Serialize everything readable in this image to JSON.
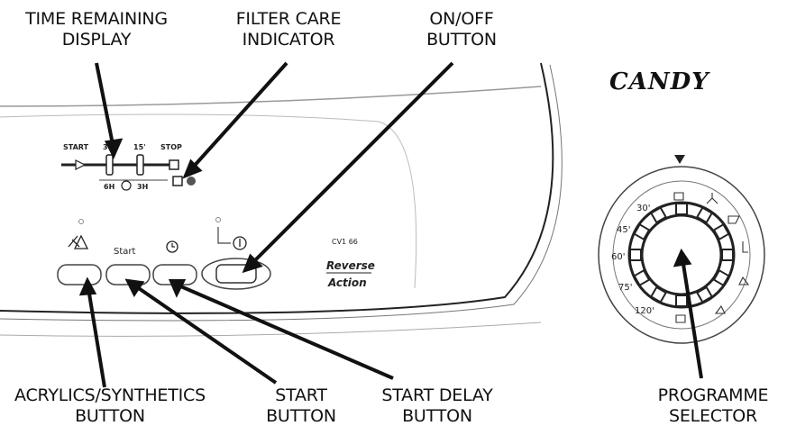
{
  "labels": {
    "time_remaining": [
      "TIME REMAINING",
      "DISPLAY"
    ],
    "filter_care": [
      "FILTER CARE",
      "INDICATOR"
    ],
    "on_off": [
      "ON/OFF",
      "BUTTON"
    ],
    "acrylics": [
      "ACRYLICS/SYNTHETICS",
      "BUTTON"
    ],
    "start": [
      "START",
      "BUTTON"
    ],
    "start_delay": [
      "START DELAY",
      "BUTTON"
    ],
    "programme": [
      "PROGRAMME",
      "SELECTOR"
    ]
  },
  "brand": "CANDY",
  "panel": {
    "time_scale": [
      "START",
      "30'",
      "15'",
      "STOP"
    ],
    "delay_left": "6H",
    "delay_right": "3H",
    "start_button_label": "Start",
    "model": "CV1 66",
    "reverse": "Reverse",
    "action": "Action"
  },
  "dial": {
    "minutes": [
      "30'",
      "45'",
      "60'",
      "75'",
      "120'"
    ]
  }
}
